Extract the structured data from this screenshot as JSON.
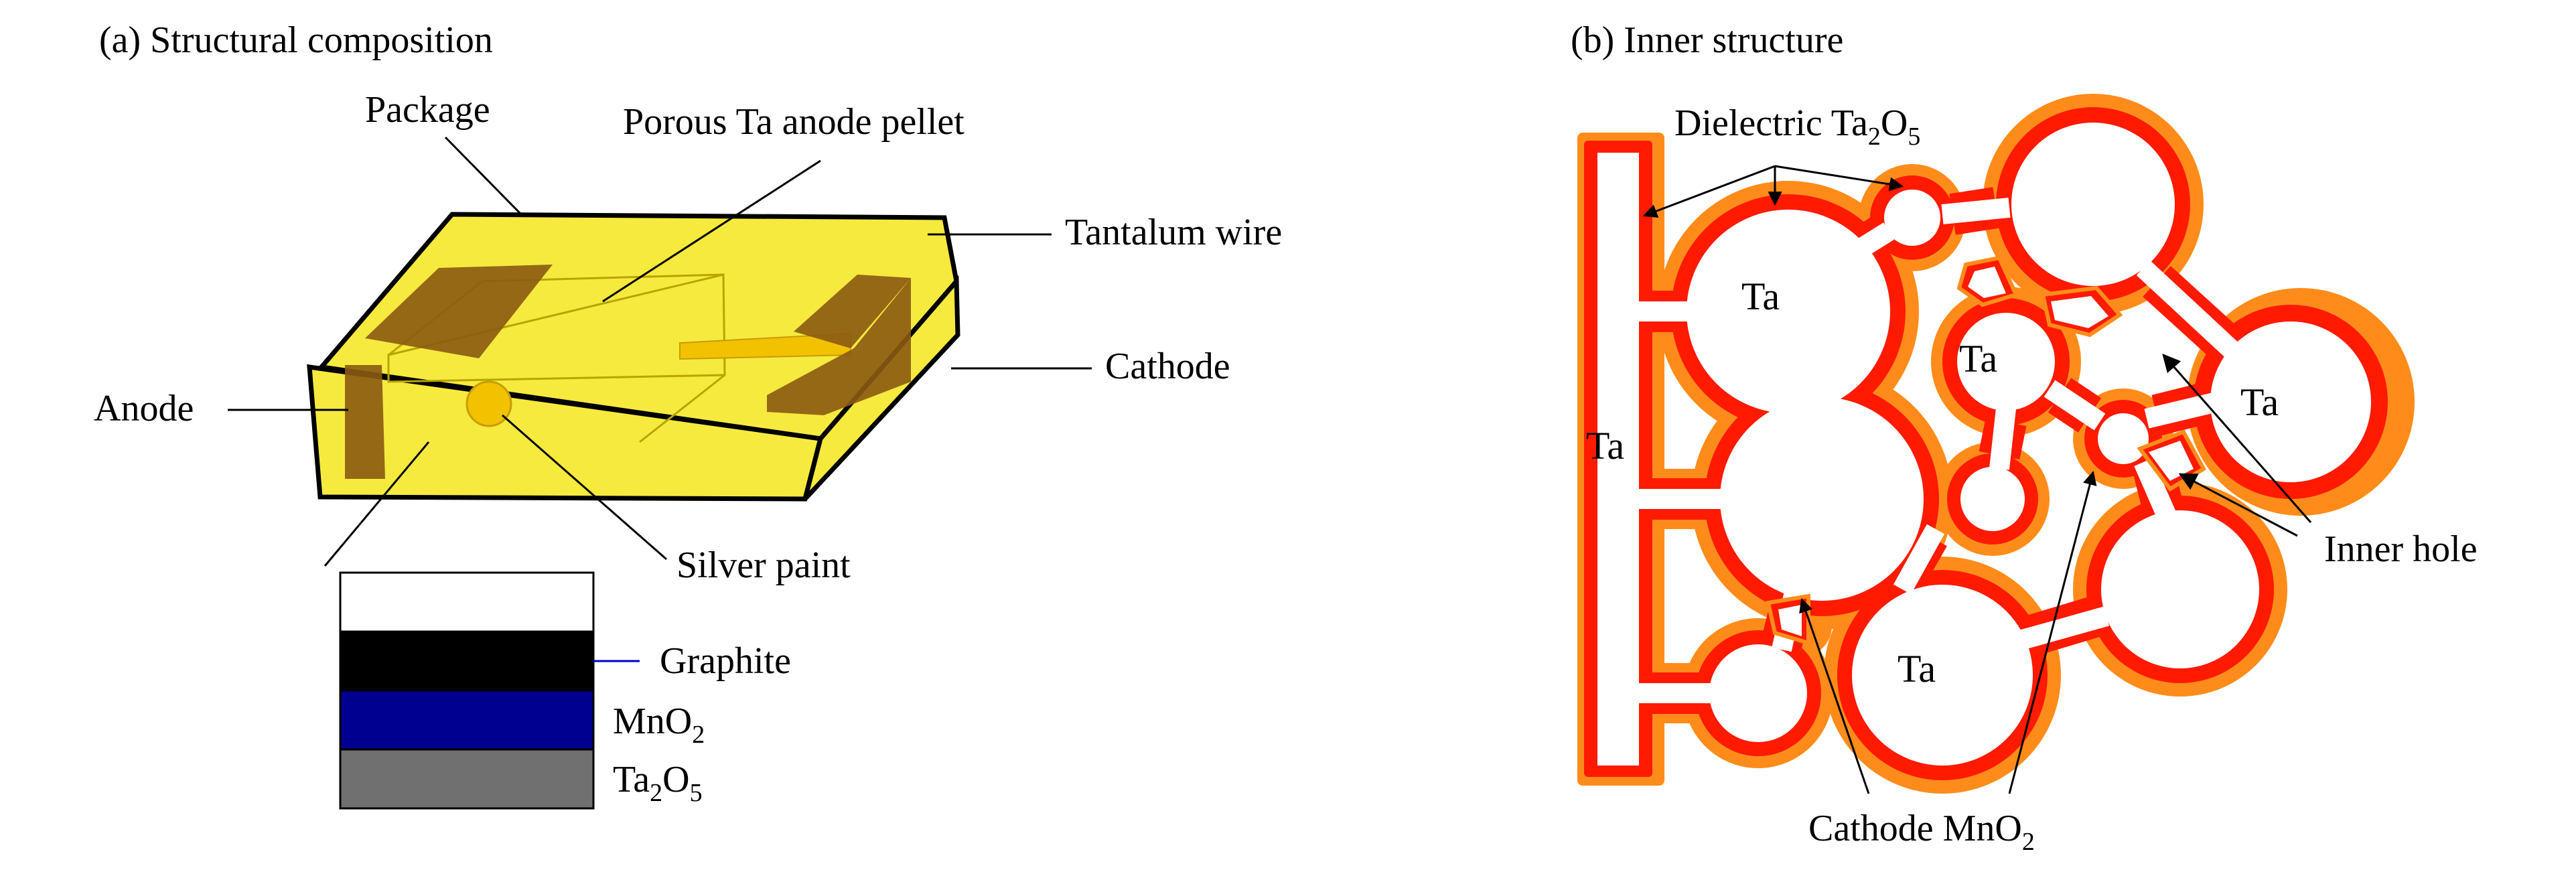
{
  "panel_a": {
    "title": "(a) Structural composition",
    "labels": {
      "package": "Package",
      "pellet": "Porous Ta anode pellet",
      "wire": "Tantalum wire",
      "cathode": "Cathode",
      "anode": "Anode",
      "silver": "Silver paint"
    },
    "layers": {
      "graphite": "Graphite",
      "mno2_main": "MnO",
      "mno2_sub": "2",
      "ta2o5_a": "Ta",
      "ta2o5_b": "2",
      "ta2o5_c": "O",
      "ta2o5_d": "5"
    }
  },
  "panel_b": {
    "title": "(b) Inner structure",
    "dielectric": {
      "a": "Dielectric Ta",
      "b": "2",
      "c": "O",
      "d": "5"
    },
    "ta_label": "Ta",
    "inner_hole": "Inner hole",
    "cathode_mno2": {
      "a": "Cathode MnO",
      "b": "2"
    }
  },
  "colors": {
    "package_fill": "#f5e829",
    "electrode": "#8b5a12",
    "wire": "#f2c200",
    "graphite": "#000000",
    "mno2": "#000090",
    "ta2o5": "#707070",
    "dielectric_red": "#ff1a00",
    "mno2_orange": "#ff8c1a"
  }
}
